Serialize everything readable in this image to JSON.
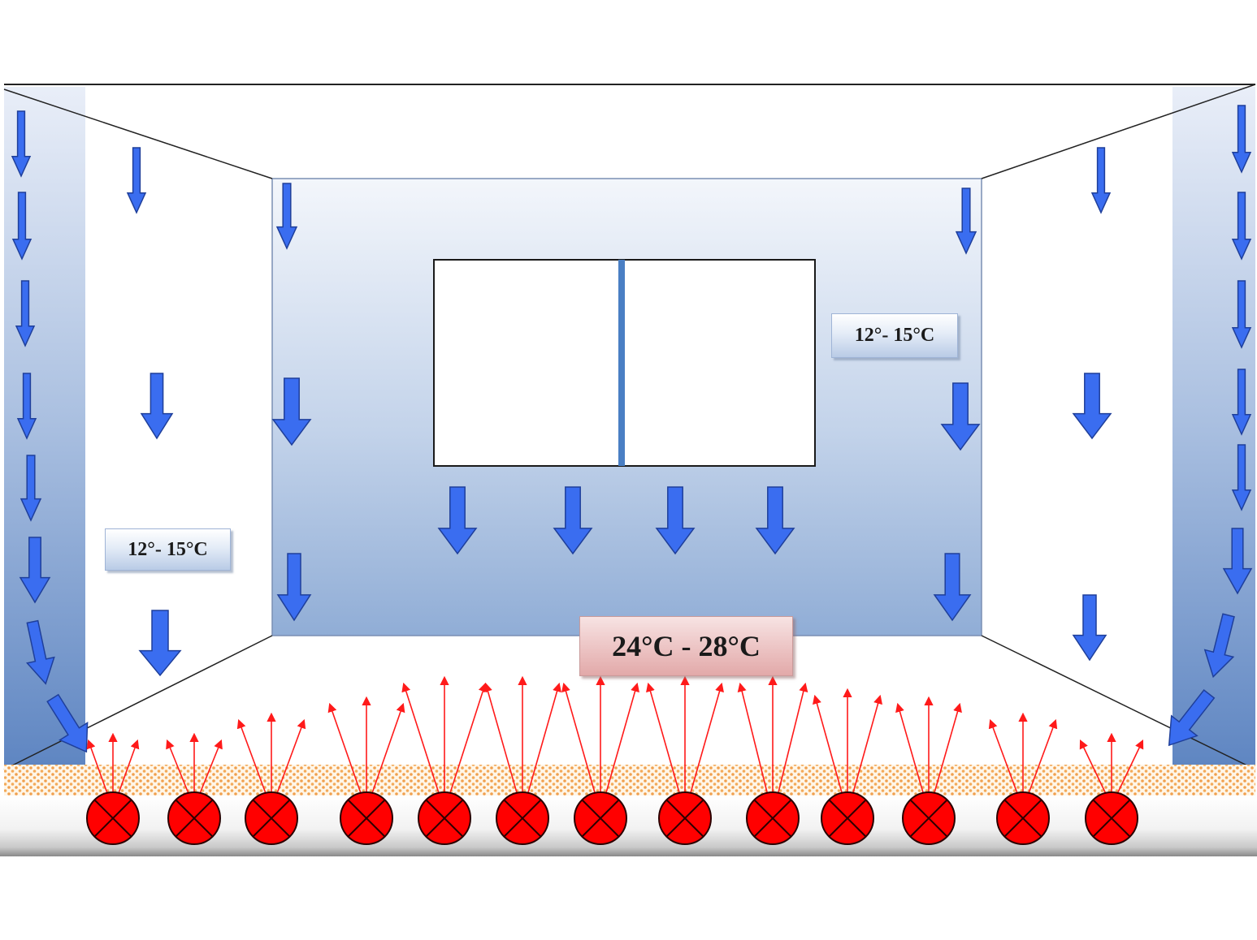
{
  "labels": {
    "cold_left": "12°- 15°C",
    "cold_right": "12°- 15°C",
    "warm_center": "24°C - 28°C"
  },
  "colors": {
    "down_arrow": "#3a6df0",
    "heat_arrow": "#ff1a1a",
    "heater": "#ff0000",
    "back_wall_top": "#f2f5fb",
    "back_wall_bottom": "#93b0d8",
    "floor_layer": "#f4a65a",
    "pipe": "#e8e8e8"
  },
  "icons": {
    "cold_air": "down-arrow-icon",
    "heat": "up-arrow-icon",
    "heater": "circle-x-icon"
  }
}
